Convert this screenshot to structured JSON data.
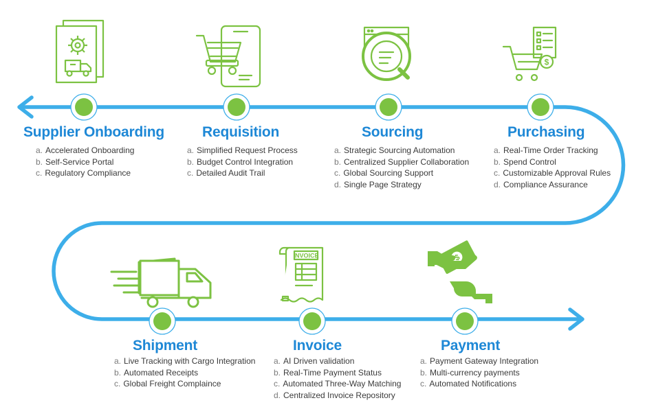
{
  "colors": {
    "path": "#3daee9",
    "node": "#7cc242",
    "icon": "#7cc242",
    "title": "#1e88d6",
    "text": "#3a3a3a"
  },
  "stages": [
    {
      "title": "Supplier Onboarding",
      "icon": "gear-truck-document-icon",
      "items": [
        {
          "mark": "a.",
          "text": "Accelerated Onboarding"
        },
        {
          "mark": "b.",
          "text": "Self-Service Portal"
        },
        {
          "mark": "c.",
          "text": "Regulatory Compliance"
        }
      ]
    },
    {
      "title": "Requisition",
      "icon": "cart-mobile-icon",
      "items": [
        {
          "mark": "a.",
          "text": "Simplified Request Process"
        },
        {
          "mark": "b.",
          "text": "Budget Control Integration"
        },
        {
          "mark": "c.",
          "text": "Detailed Audit Trail"
        }
      ]
    },
    {
      "title": "Sourcing",
      "icon": "magnifier-browser-icon",
      "items": [
        {
          "mark": "a.",
          "text": "Strategic Sourcing Automation"
        },
        {
          "mark": "b.",
          "text": "Centralized Supplier Collaboration"
        },
        {
          "mark": "c.",
          "text": "Global Sourcing Support"
        },
        {
          "mark": "d.",
          "text": "Single Page Strategy"
        }
      ]
    },
    {
      "title": "Purchasing",
      "icon": "cart-checklist-dollar-icon",
      "items": [
        {
          "mark": "a.",
          "text": "Real-Time Order Tracking"
        },
        {
          "mark": "b.",
          "text": "Spend Control"
        },
        {
          "mark": "c.",
          "text": "Customizable Approval Rules"
        },
        {
          "mark": "d.",
          "text": "Compliance Assurance"
        }
      ]
    },
    {
      "title": "Shipment",
      "icon": "delivery-truck-icon",
      "items": [
        {
          "mark": "a.",
          "text": "Live Tracking with Cargo Integration"
        },
        {
          "mark": "b.",
          "text": "Automated Receipts"
        },
        {
          "mark": "c.",
          "text": "Global Freight Complaince"
        }
      ]
    },
    {
      "title": "Invoice",
      "icon": "invoice-document-icon",
      "invoice_label": "INVOICE",
      "items": [
        {
          "mark": "a.",
          "text": "AI Driven validation"
        },
        {
          "mark": "b.",
          "text": "Real-Time Payment Status"
        },
        {
          "mark": "c.",
          "text": "Automated Three-Way Matching"
        },
        {
          "mark": "d.",
          "text": "Centralized Invoice Repository"
        }
      ]
    },
    {
      "title": "Payment",
      "icon": "hand-money-icon",
      "items": [
        {
          "mark": "a.",
          "text": "Payment Gateway Integration"
        },
        {
          "mark": "b.",
          "text": "Multi-currency payments"
        },
        {
          "mark": "c.",
          "text": "Automated Notifications"
        }
      ]
    }
  ]
}
